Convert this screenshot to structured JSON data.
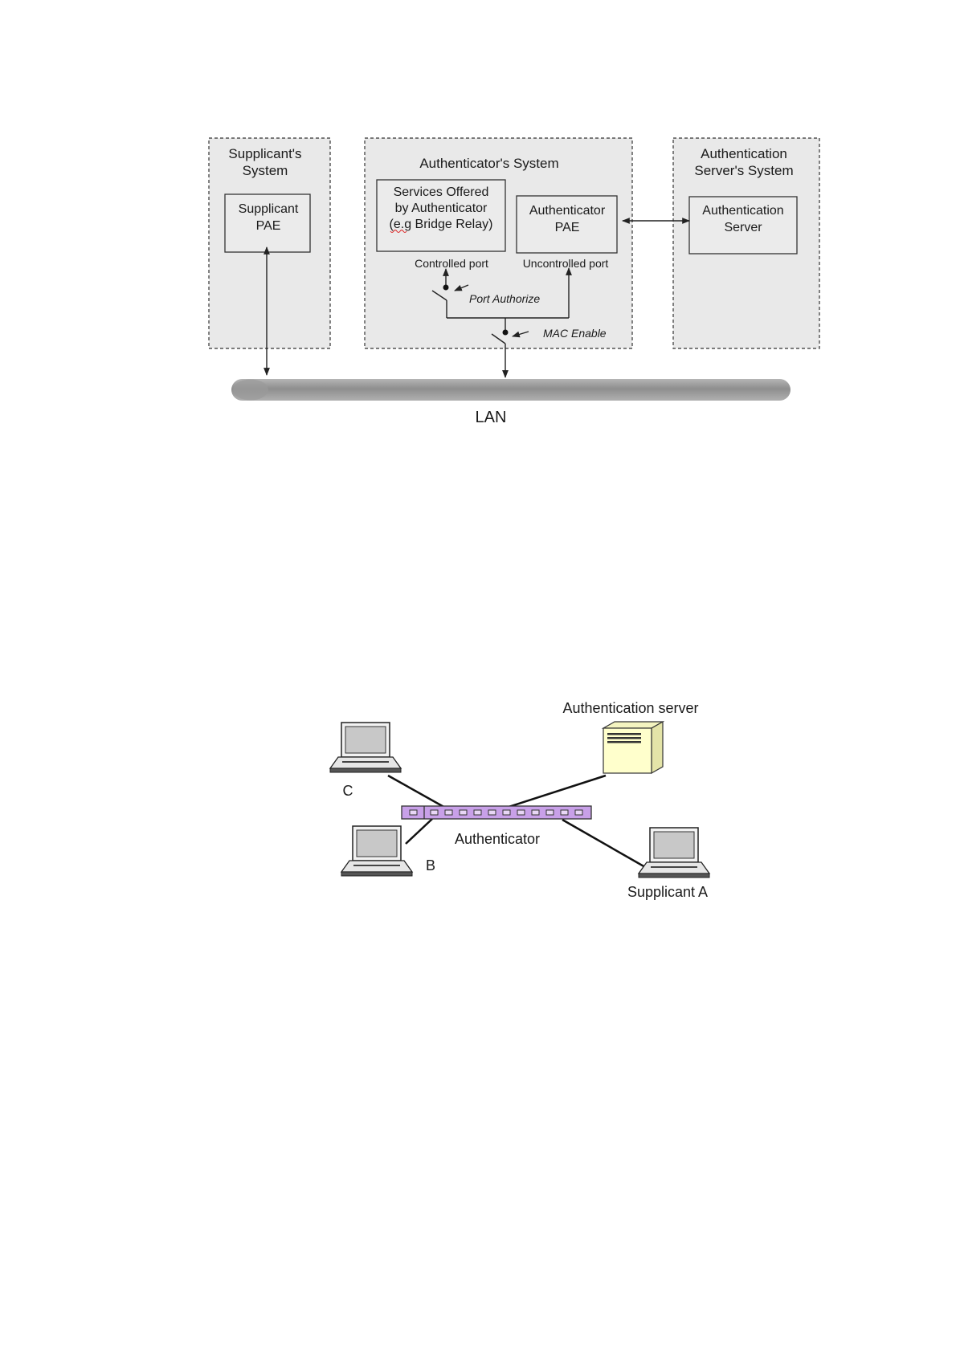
{
  "diagram1": {
    "supplicant_system": {
      "title_line1": "Supplicant's",
      "title_line2": "System"
    },
    "supplicant_pae": {
      "line1": "Supplicant",
      "line2": "PAE"
    },
    "authenticator_system": {
      "title": "Authenticator's System"
    },
    "services_box": {
      "line1": "Services Offered",
      "line2": "by Authenticator",
      "line3": "(e.g Bridge Relay)"
    },
    "authenticator_pae": {
      "line1": "Authenticator",
      "line2": "PAE"
    },
    "controlled_port_label": "Controlled port",
    "uncontrolled_port_label": "Uncontrolled port",
    "port_authorize_label": "Port Authorize",
    "mac_enable_label": "MAC Enable",
    "auth_server_system": {
      "title_line1": "Authentication",
      "title_line2": "Server's System"
    },
    "auth_server_box": {
      "line1": "Authentication",
      "line2": "Server"
    },
    "lan_label": "LAN"
  },
  "diagram2": {
    "auth_server_label": "Authentication server",
    "authenticator_label": "Authenticator",
    "laptop_c_label": "C",
    "laptop_b_label": "B",
    "supplicant_a_label": "Supplicant A",
    "colors": {
      "switch_fill": "#c8a0e8",
      "server_fill": "#ffffcc",
      "laptop_screen": "#c8c8c8"
    }
  }
}
